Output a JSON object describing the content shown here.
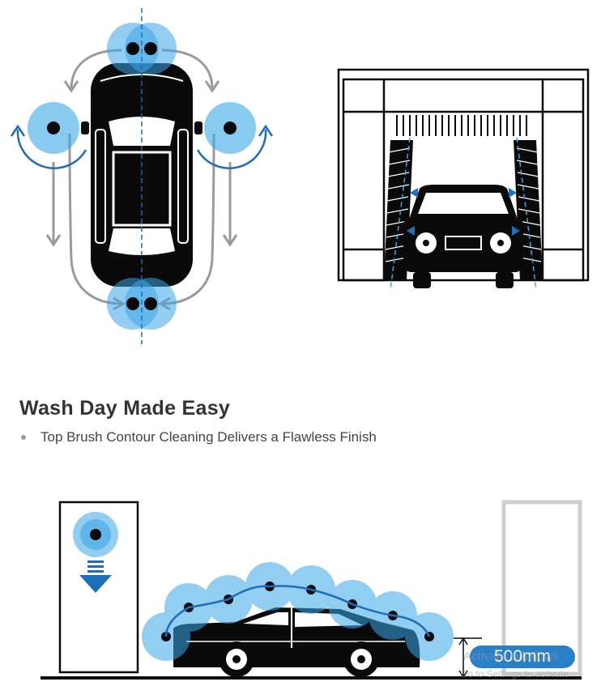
{
  "section": {
    "heading": "Wash Day Made Easy",
    "bullet": "Top Brush Contour Cleaning Delivers a Flawless Finish"
  },
  "diagram": {
    "clearance_label": "500mm"
  },
  "watermark": {
    "title": "Activate Windows",
    "subtitle": "Go to Settings to activate"
  },
  "colors": {
    "brush_blue": "#3aa6e8",
    "arrow_blue": "#1e6fb8",
    "path_gray": "#9a9a9a",
    "car_black": "#0a0a0a"
  }
}
